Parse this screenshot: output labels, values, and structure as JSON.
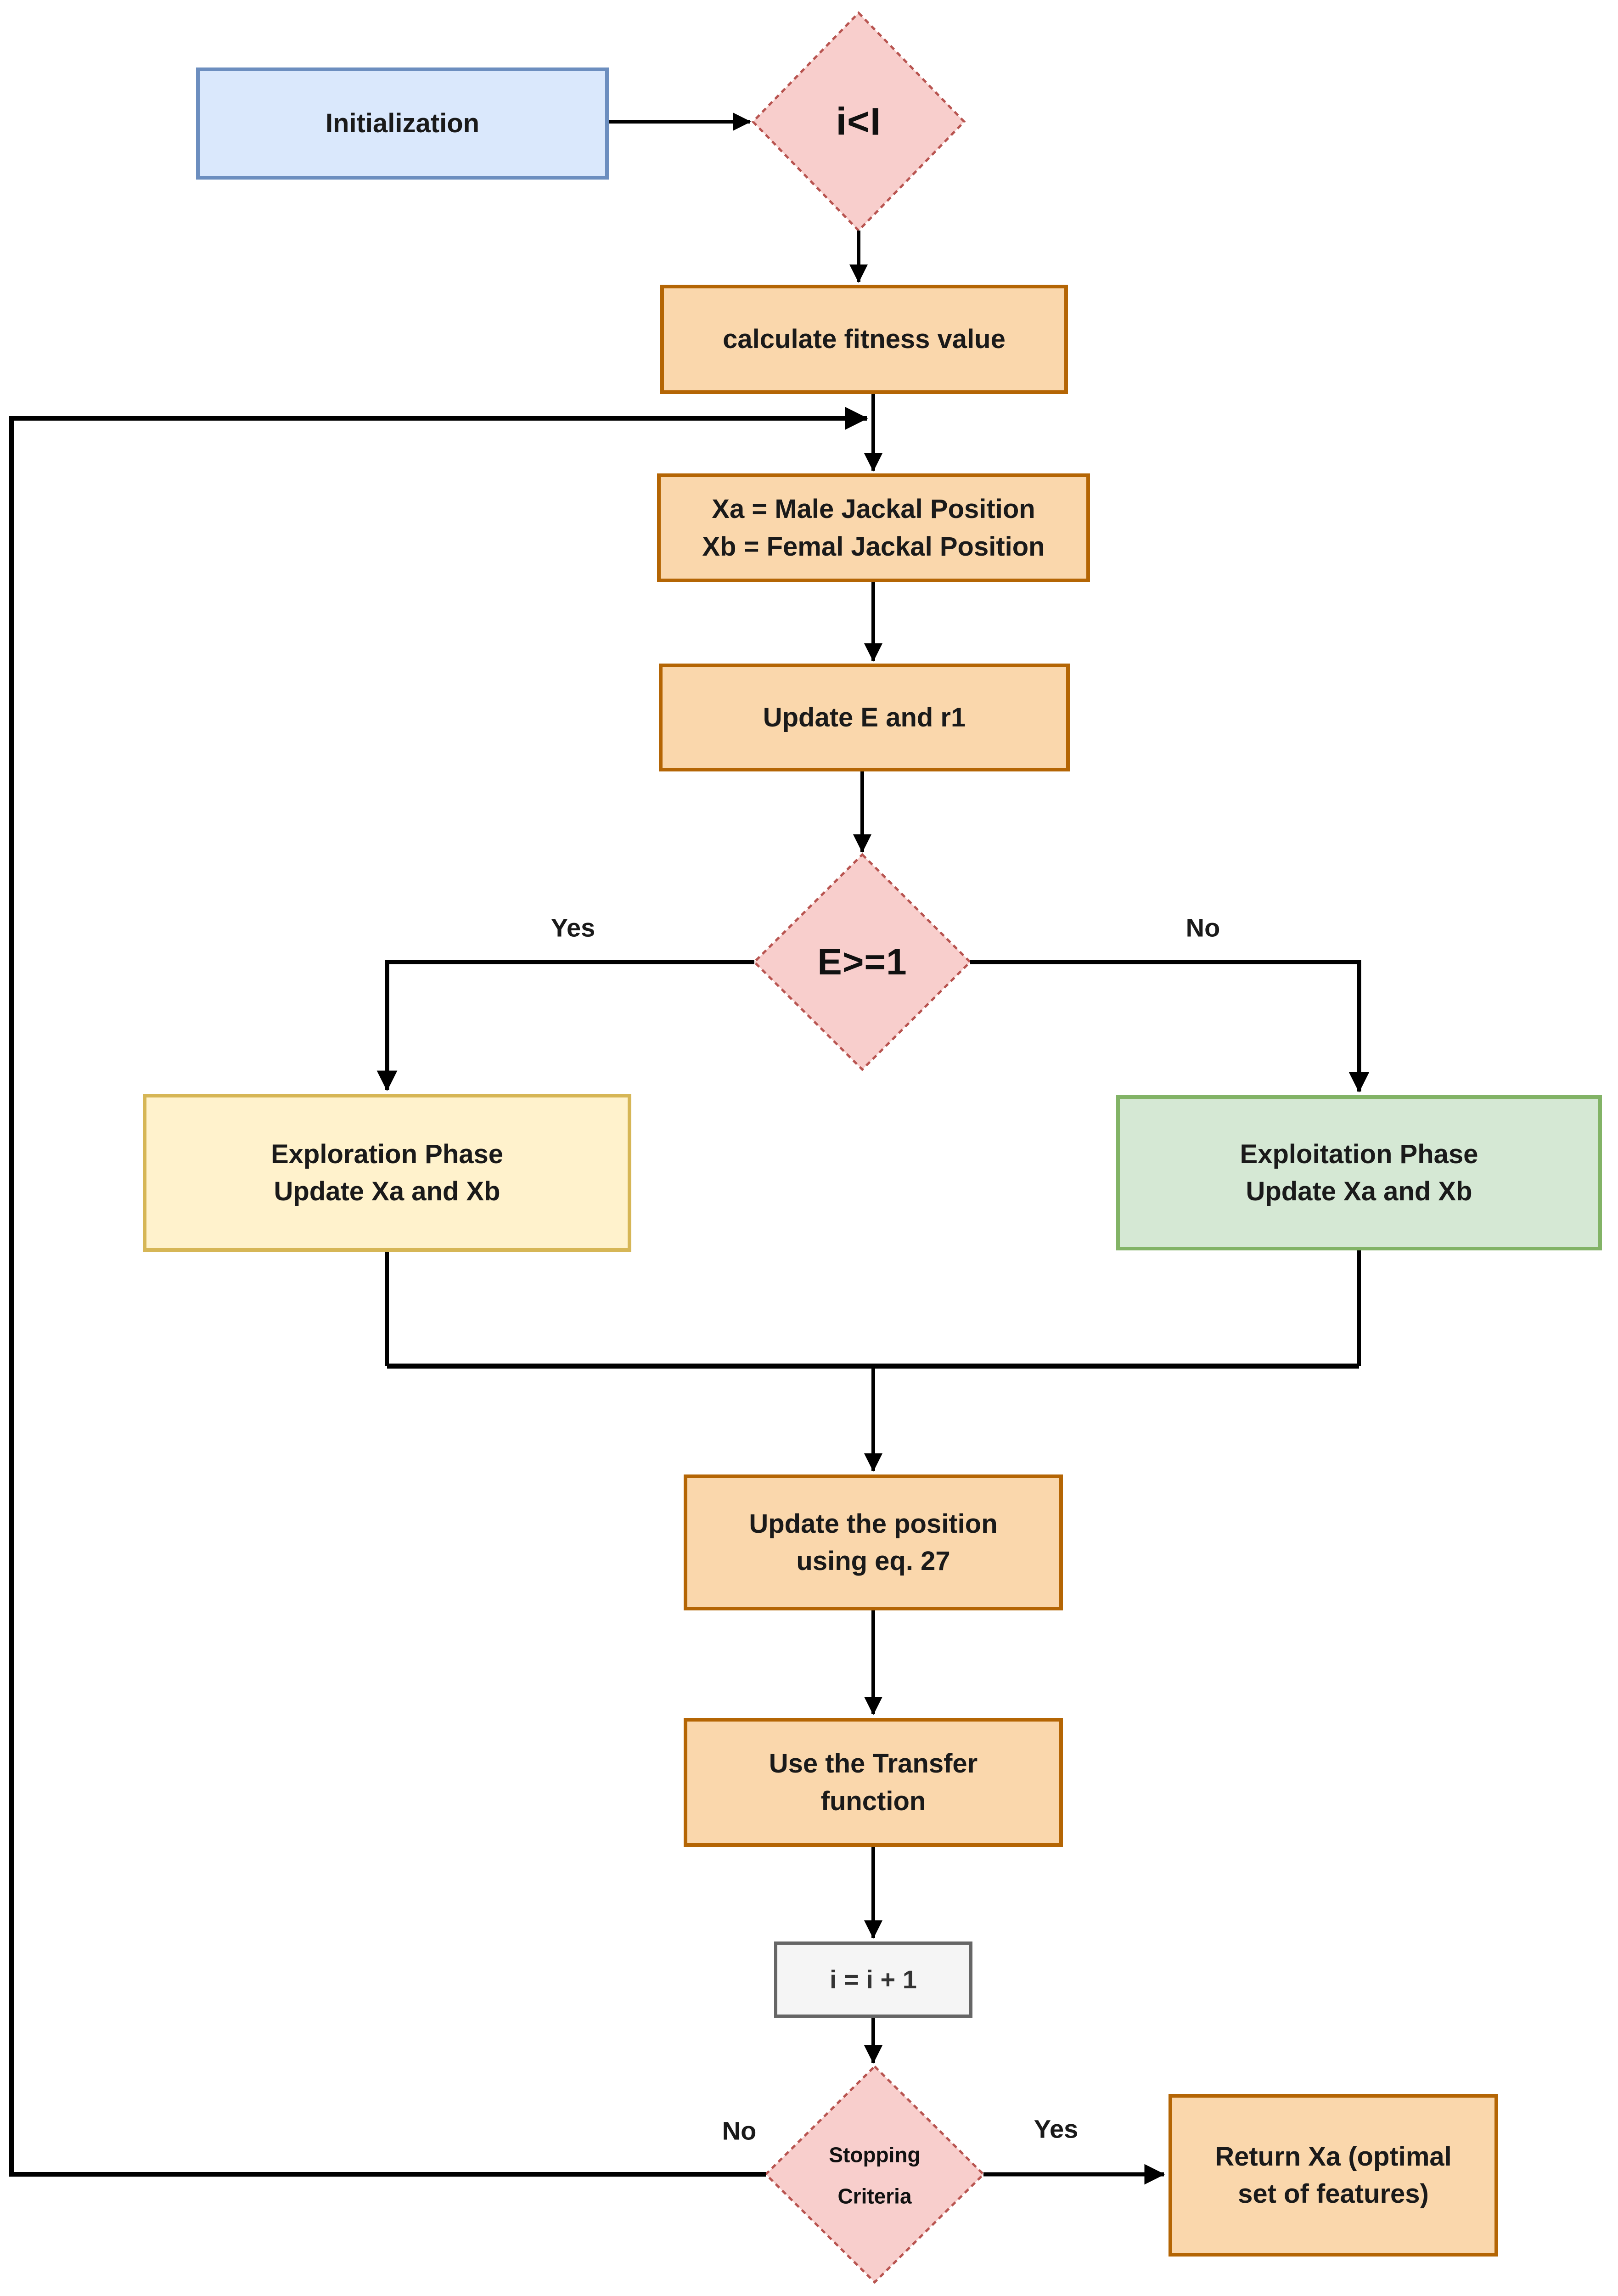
{
  "nodes": {
    "init": "Initialization",
    "iteration_check": "i<I",
    "calc_fitness": "calculate fitness value",
    "jackal_positions": "Xa = Male Jackal Position\nXb = Femal Jackal Position",
    "update_params": "Update E and r1",
    "energy_check": "E>=1",
    "exploration": "Exploration Phase\nUpdate Xa and Xb",
    "exploitation": "Exploitation Phase\nUpdate Xa and Xb",
    "update_position": "Update the position\nusing eq. 27",
    "transfer_function": "Use the Transfer\nfunction",
    "increment": "i = i + 1",
    "stopping": "Stopping\nCriteria",
    "return_result": "Return Xa (optimal\nset of features)"
  },
  "edge_labels": {
    "energy_yes": "Yes",
    "energy_no": "No",
    "stopping_no": "No",
    "stopping_yes": "Yes"
  },
  "colors": {
    "start_fill": "#dae8fc",
    "start_border": "#6c8ebf",
    "process_fill": "#fad7ac",
    "process_border": "#b46504",
    "decision_fill": "#f8cecc",
    "decision_border": "#b85450",
    "exploration_fill": "#fff2cc",
    "exploration_border": "#d6b656",
    "exploitation_fill": "#d5e8d4",
    "exploitation_border": "#82b366",
    "counter_fill": "#f5f5f5",
    "counter_border": "#666666",
    "line": "#000000"
  }
}
